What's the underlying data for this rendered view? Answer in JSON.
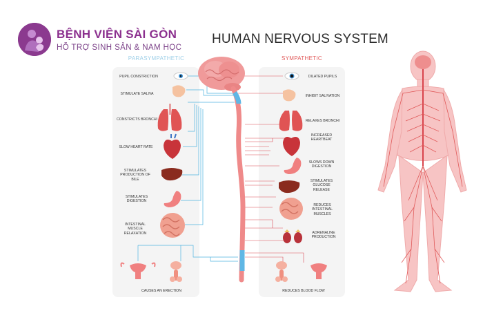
{
  "logo": {
    "name": "BỆNH VIỆN SÀI GÒN",
    "tagline": "HỖ TRỢ SINH SẢN & NAM HỌC",
    "color": "#8b2f8e"
  },
  "diagram": {
    "title": "HUMAN NERVOUS SYSTEM",
    "parasympathetic": {
      "heading": "PARASYMPATHETIC",
      "color": "#4fb3e0",
      "effects": [
        "PUPIL CONSTRICTION",
        "STIMULATE SALIVA",
        "CONSTRICTS BRONCHI",
        "SLOW HEART RATE",
        "STIMULATES PRODUCTION OF BILE",
        "STIMULATES DIGESTION",
        "INTESTINAL MUSCLE RELAXATION",
        "CAUSES AN ERECTION"
      ]
    },
    "sympathetic": {
      "heading": "SYMPATHETIC",
      "color": "#e05a5a",
      "effects": [
        "DILATED PUPILS",
        "INHIBIT SALIVATION",
        "RELAXES BRONCHI",
        "INCREASED HEARTBEAT",
        "SLOWS DOWN DIGESTION",
        "STIMULATES GLUCOSE RELEASE",
        "REDUCES INTESTINAL MUSCLES",
        "ADRENALINE PRODUCTION",
        "REDUCES BLOOD FLOW"
      ]
    }
  }
}
